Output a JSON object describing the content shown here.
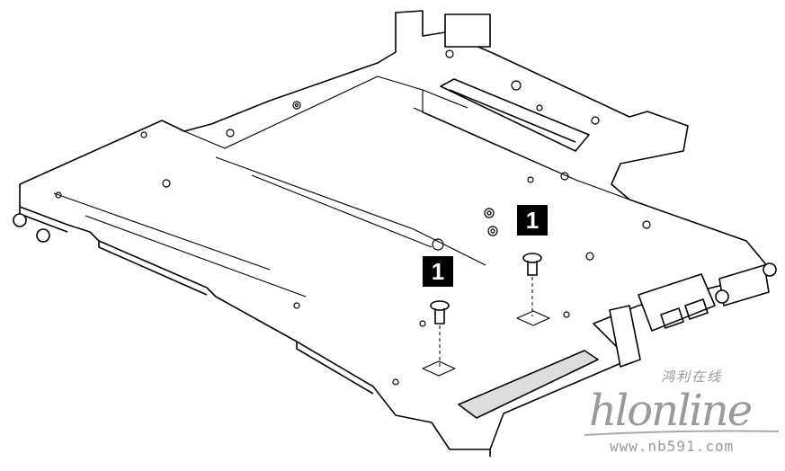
{
  "diagram": {
    "callouts": [
      {
        "label": "1"
      },
      {
        "label": "1"
      }
    ]
  },
  "watermark": {
    "chinese": "鸿利在线",
    "logo": "hlonline",
    "url": "www.nb591.com"
  }
}
